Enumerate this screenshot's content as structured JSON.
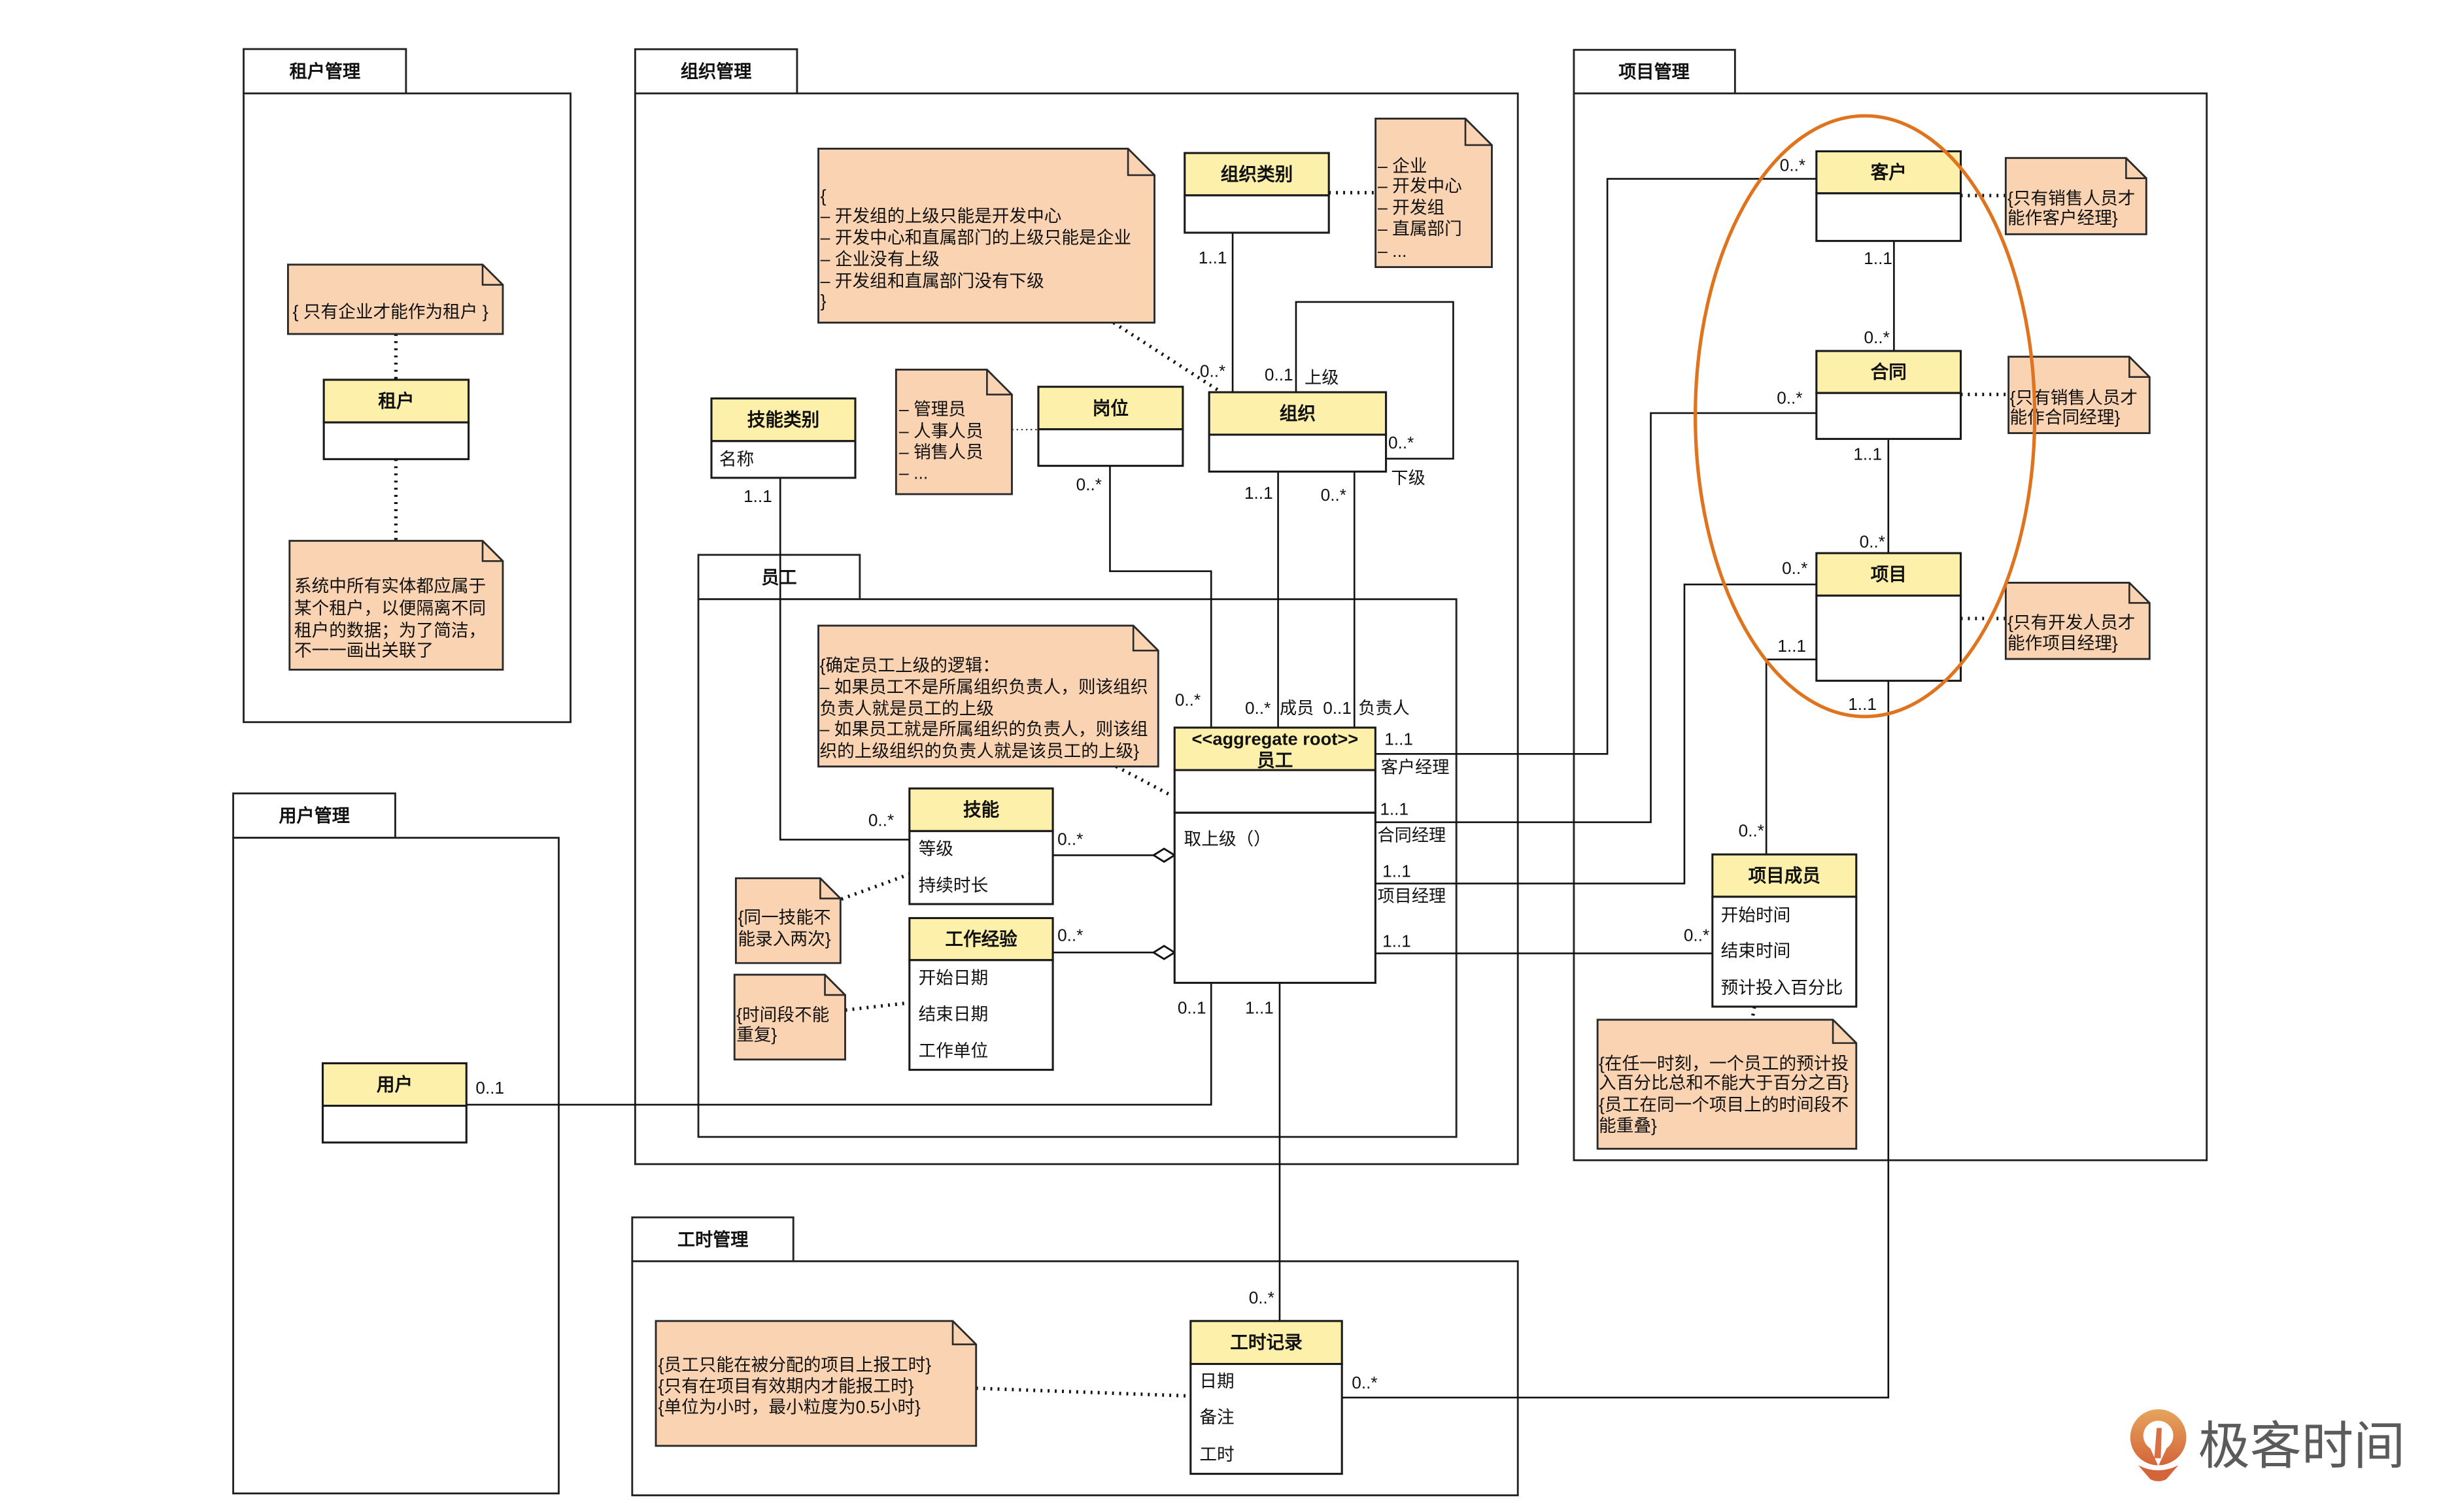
{
  "packages": {
    "tenant_mgmt": {
      "title": "租户管理"
    },
    "org_mgmt": {
      "title": "组织管理"
    },
    "employee": {
      "title": "员工"
    },
    "project_mgmt": {
      "title": "项目管理"
    },
    "user_mgmt": {
      "title": "用户管理"
    },
    "timesheet_mgmt": {
      "title": "工时管理"
    }
  },
  "classes": {
    "tenant": {
      "name": "租户",
      "attributes": []
    },
    "org_category": {
      "name": "组织类别",
      "attributes": []
    },
    "skill_category": {
      "name": "技能类别",
      "attributes": [
        "名称"
      ]
    },
    "position": {
      "name": "岗位",
      "attributes": []
    },
    "organization": {
      "name": "组织",
      "attributes": []
    },
    "employee": {
      "stereotype": "<<aggregate root>>",
      "name": "员工",
      "attributes": [],
      "operations": [
        "取上级（）"
      ]
    },
    "skill": {
      "name": "技能",
      "attributes": [
        "等级",
        "持续时长"
      ]
    },
    "work_experience": {
      "name": "工作经验",
      "attributes": [
        "开始日期",
        "结束日期",
        "工作单位"
      ]
    },
    "customer": {
      "name": "客户",
      "attributes": []
    },
    "contract": {
      "name": "合同",
      "attributes": []
    },
    "project": {
      "name": "项目",
      "attributes": []
    },
    "project_member": {
      "name": "项目成员",
      "attributes": [
        "开始时间",
        "结束时间",
        "预计投入百分比"
      ]
    },
    "user": {
      "name": "用户",
      "attributes": []
    },
    "timesheet_record": {
      "name": "工时记录",
      "attributes": [
        "日期",
        "备注",
        "工时"
      ]
    }
  },
  "notes": {
    "tenant_rule": [
      "{ 只有企业才能作为租户 }"
    ],
    "tenant_scope": [
      "系统中所有实体都应属于",
      "某个租户，以便隔离不同",
      "租户的数据；为了简洁，",
      "不一一画出关联了"
    ],
    "org_hierarchy_rules": [
      "{",
      "– 开发组的上级只能是开发中心",
      "– 开发中心和直属部门的上级只能是企业",
      "– 企业没有上级",
      "– 开发组和直属部门没有下级",
      "}"
    ],
    "org_category_values": [
      "– 企业",
      "– 开发中心",
      "– 开发组",
      "– 直属部门",
      "– ..."
    ],
    "position_values": [
      "– 管理员",
      "– 人事人员",
      "– 销售人员",
      "– ..."
    ],
    "superior_logic": [
      "{确定员工上级的逻辑：",
      "– 如果员工不是所属组织负责人，则该组织",
      "负责人就是员工的上级",
      "– 如果员工就是所属组织的负责人，则该组",
      "织的上级组织的负责人就是该员工的上级}"
    ],
    "skill_rule": [
      "{同一技能不",
      "能录入两次}"
    ],
    "experience_rule": [
      "{时间段不能",
      "重复}"
    ],
    "customer_rule": [
      "{只有销售人员才",
      "能作客户经理}"
    ],
    "contract_rule": [
      "{只有销售人员才",
      "能作合同经理}"
    ],
    "project_rule": [
      "{只有开发人员才",
      "能作项目经理}"
    ],
    "member_rule": [
      "{在任一时刻，一个员工的预计投",
      "入百分比总和不能大于百分之百}",
      "{员工在同一个项目上的时间段不",
      "能重叠}"
    ],
    "timesheet_rule": [
      "{员工只能在被分配的项目上报工时}",
      "{只有在项目有效期内才能报工时}",
      "{单位为小时，最小粒度为0.5小时}"
    ]
  },
  "associations": [
    {
      "source": "org_category",
      "target": "organization",
      "source_mult": "1..1",
      "target_mult": "0..*"
    },
    {
      "source": "organization",
      "target": "organization",
      "kind": "self",
      "source_mult": "0..1",
      "source_role": "上级",
      "target_mult": "0..*",
      "target_role": "下级"
    },
    {
      "source": "position",
      "target": "employee",
      "source_mult": "0..*",
      "target_mult": "0..*"
    },
    {
      "source": "organization",
      "target": "employee",
      "source_mult": "1..1",
      "target_mult": "0..*",
      "target_role": "成员"
    },
    {
      "source": "organization",
      "target": "employee",
      "source_mult": "0..*",
      "target_mult": "0..1",
      "target_role": "负责人"
    },
    {
      "source": "skill_category",
      "target": "skill",
      "source_mult": "1..1",
      "target_mult": "0..*"
    },
    {
      "source": "employee",
      "target": "skill",
      "kind": "aggregation",
      "target_mult": "0..*"
    },
    {
      "source": "employee",
      "target": "work_experience",
      "kind": "aggregation",
      "target_mult": "0..*"
    },
    {
      "source": "employee",
      "target": "user",
      "source_mult": "0..1",
      "target_mult": "0..1"
    },
    {
      "source": "employee",
      "target": "timesheet_record",
      "source_mult": "1..1",
      "target_mult": "0..*"
    },
    {
      "source": "employee",
      "target": "customer",
      "source_mult": "1..1",
      "source_role": "客户经理",
      "target_mult": "0..*"
    },
    {
      "source": "employee",
      "target": "contract",
      "source_mult": "1..1",
      "source_role": "合同经理",
      "target_mult": "0..*"
    },
    {
      "source": "employee",
      "target": "project",
      "source_mult": "1..1",
      "source_role": "项目经理",
      "target_mult": "0..*"
    },
    {
      "source": "employee",
      "target": "project_member",
      "source_mult": "1..1",
      "target_mult": "0..*"
    },
    {
      "source": "customer",
      "target": "contract",
      "source_mult": "1..1",
      "target_mult": "0..*"
    },
    {
      "source": "contract",
      "target": "project",
      "source_mult": "1..1",
      "target_mult": "0..*"
    },
    {
      "source": "project",
      "target": "project_member",
      "source_mult": "1..1",
      "target_mult": "0..*"
    },
    {
      "source": "project",
      "target": "timesheet_record",
      "source_mult": "1..1",
      "target_mult": "0..*"
    }
  ],
  "highlight": {
    "shape": "ellipse",
    "encloses": [
      "customer",
      "contract",
      "project"
    ]
  },
  "colors": {
    "class_header": "#fdf0ab",
    "note_fill": "#fad3b3",
    "highlight": "#e0741e",
    "logo_text": "#5b5b5b"
  },
  "logo": {
    "text": "极客时间",
    "icon": "geektime-logo-icon"
  }
}
